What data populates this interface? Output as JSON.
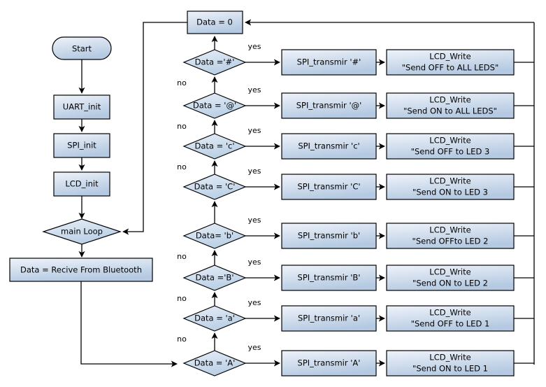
{
  "diagram": {
    "title": "Bluetooth LED control flowchart",
    "colors": {
      "fill_top": "#eef3f9",
      "fill_bottom": "#b7cce3",
      "diamond_top": "#e9eff7",
      "diamond_bottom": "#bcd0e6",
      "stroke": "#000000",
      "background": "#ffffff"
    },
    "start": {
      "label": "Start"
    },
    "init_steps": [
      {
        "label": "UART_init"
      },
      {
        "label": "SPI_init"
      },
      {
        "label": "LCD_init"
      }
    ],
    "main_loop": {
      "label": "main Loop"
    },
    "receive": {
      "label": "Data = Recive From Bluetooth"
    },
    "reset": {
      "label": "Data = 0"
    },
    "edge_labels": {
      "yes": "yes",
      "no": "no"
    },
    "branches": [
      {
        "condition": "Data ='#'",
        "spi": "SPI_transmir '#'",
        "lcd_line1": "LCD_Write",
        "lcd_line2": "\"Send OFF to ALL LEDS\"",
        "yes": "yes",
        "no": "no"
      },
      {
        "condition": "Data = '@'",
        "spi": "SPI_transmir '@'",
        "lcd_line1": "LCD_Write",
        "lcd_line2": "\"Send ON to ALL LEDS\"",
        "yes": "yes",
        "no": "no"
      },
      {
        "condition": "Data = 'c'",
        "spi": "SPI_transmir 'c'",
        "lcd_line1": "LCD_Write",
        "lcd_line2": "\"Send OFF to LED 3",
        "yes": "yes",
        "no": "no"
      },
      {
        "condition": "Data = 'C'",
        "spi": "SPI_transmir 'C'",
        "lcd_line1": "LCD_Write",
        "lcd_line2": "\"Send ON to LED 3",
        "yes": "yes",
        "no": ""
      },
      {
        "condition": "Data= 'b'",
        "spi": "SPI_transmir 'b'",
        "lcd_line1": "LCD_Write",
        "lcd_line2": "\"Send OFFto LED 2",
        "yes": "yes",
        "no": "no"
      },
      {
        "condition": "Data ='B'",
        "spi": "SPI_transmir 'B'",
        "lcd_line1": "LCD_Write",
        "lcd_line2": "\"Send ON to LED 2",
        "yes": "yes",
        "no": "no"
      },
      {
        "condition": "Data = 'a'",
        "spi": "SPI_transmir 'a'",
        "lcd_line1": "LCD_Write",
        "lcd_line2": "\"Send OFF to LED 1",
        "yes": "yes",
        "no": "no"
      },
      {
        "condition": "Data = 'A'",
        "spi": "SPI_transmir 'A'",
        "lcd_line1": "LCD_Write",
        "lcd_line2": "\"Send ON to LED 1",
        "yes": "yes",
        "no": "no"
      }
    ]
  }
}
